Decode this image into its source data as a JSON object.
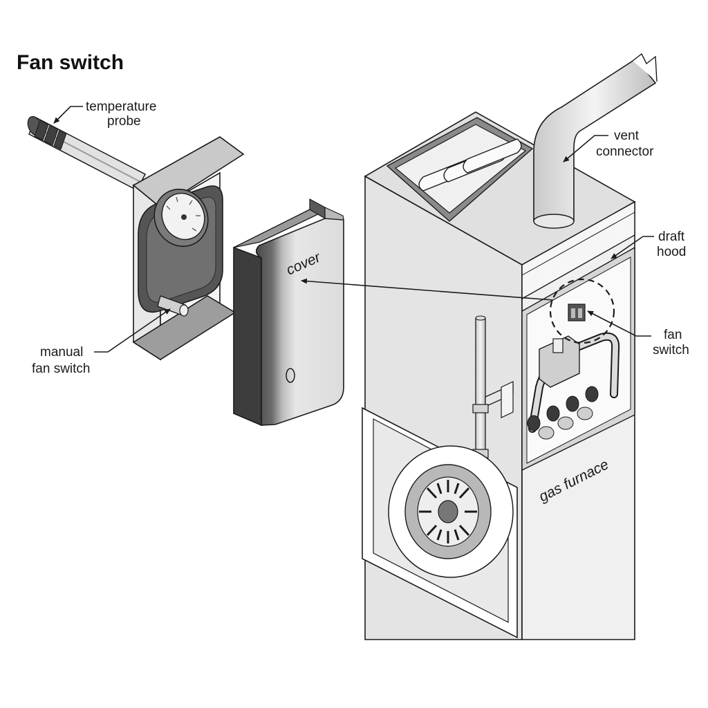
{
  "title": "Fan switch",
  "labels": {
    "temperature_probe": [
      "temperature",
      "probe"
    ],
    "manual_fan_switch": [
      "manual",
      "fan switch"
    ],
    "cover": "cover",
    "vent_connector": [
      "vent",
      "connector"
    ],
    "draft_hood": [
      "draft",
      "hood"
    ],
    "fan_switch": [
      "fan",
      "switch"
    ],
    "gas_furnace": "gas furnace"
  }
}
